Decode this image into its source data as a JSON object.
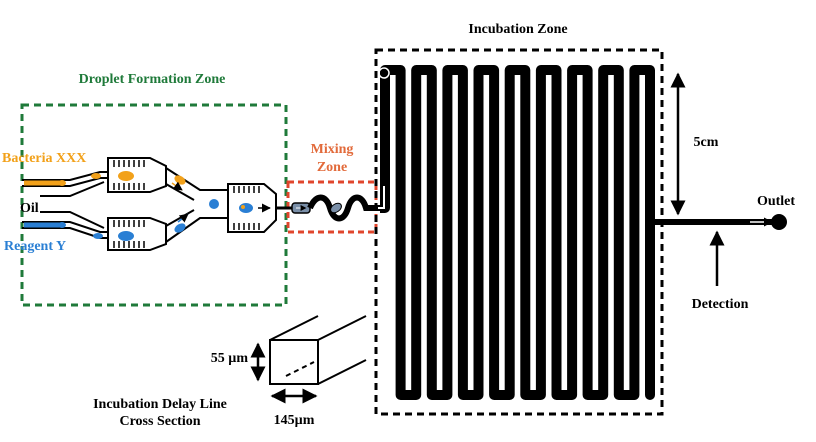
{
  "title_incubation": "Incubation Zone",
  "title_droplet": "Droplet Formation Zone",
  "title_mixing_line1": "Mixing",
  "title_mixing_line2": "Zone",
  "inputs": {
    "bacteria": "Bacteria XXX",
    "oil": "Oil",
    "reagent": "Reagent Y"
  },
  "outlet": "Outlet",
  "detection": "Detection",
  "length_label": "5cm",
  "cross_section": {
    "height": "55 µm",
    "width": "145µm",
    "caption_line1": "Incubation Delay Line",
    "caption_line2": "Cross Section"
  },
  "colors": {
    "droplet_zone": "#1f7a3a",
    "mixing_zone": "#e0452c",
    "mixing_label": "#e26a3a",
    "bacteria": "#f2a11a",
    "reagent": "#2a7fd4",
    "channel": "#000000"
  }
}
